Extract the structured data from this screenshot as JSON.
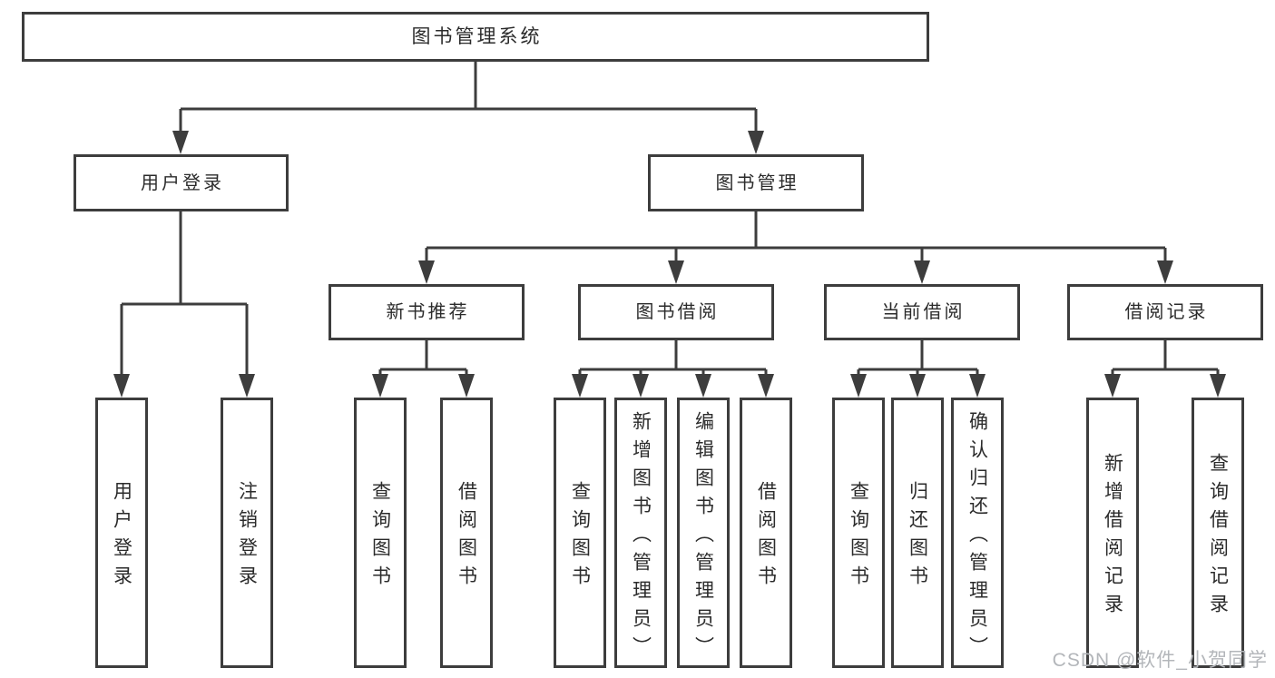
{
  "tree": {
    "root": "图书管理系统",
    "user_login": {
      "label": "用户登录",
      "children": {
        "login": "用户登录",
        "logout": "注销登录"
      }
    },
    "book_mgmt": {
      "label": "图书管理",
      "children": {
        "new_book": {
          "label": "新书推荐",
          "children": {
            "query": "查询图书",
            "borrow": "借阅图书"
          }
        },
        "book_borrow": {
          "label": "图书借阅",
          "children": {
            "query": "查询图书",
            "add": "新增图书（管理员）",
            "edit": "编辑图书（管理员）",
            "borrow": "借阅图书"
          }
        },
        "current_borrow": {
          "label": "当前借阅",
          "children": {
            "query": "查询图书",
            "return": "归还图书",
            "confirm": "确认归还（管理员）"
          }
        },
        "borrow_record": {
          "label": "借阅记录",
          "children": {
            "add": "新增借阅记录",
            "query": "查询借阅记录"
          }
        }
      }
    }
  },
  "watermark": "CSDN @软件_小贺同学",
  "colors": {
    "line": "#3d3d3d",
    "box_border": "#3d3d3d",
    "text": "#2b2b2b",
    "watermark": "#b3b6ba",
    "background": "#ffffff"
  }
}
